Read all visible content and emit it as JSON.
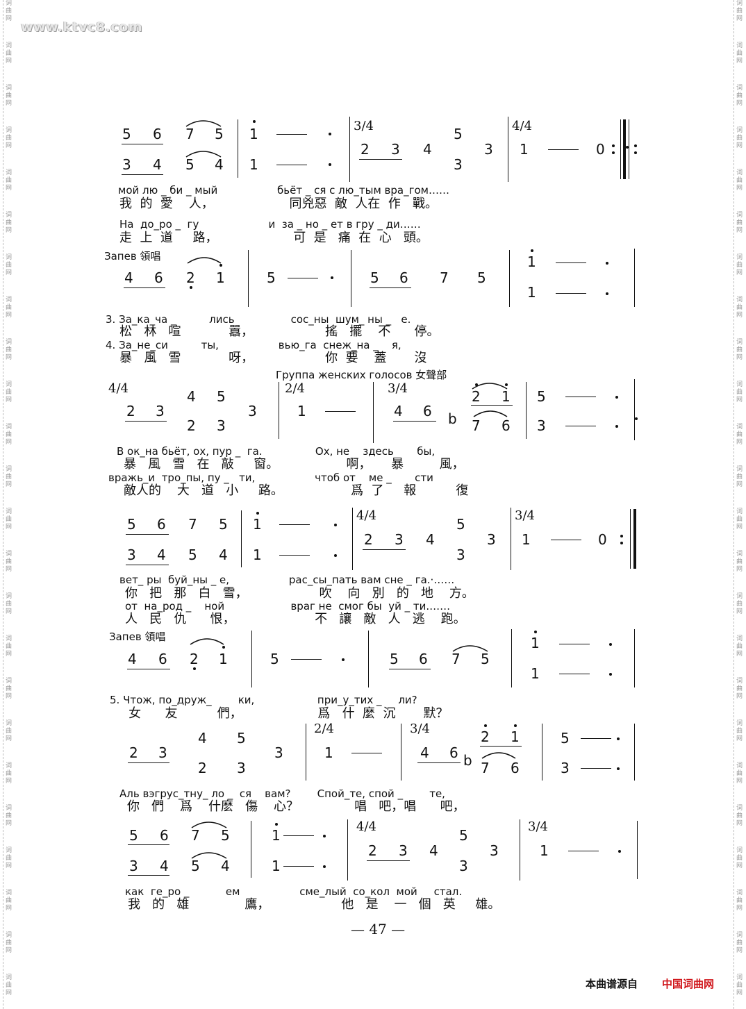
{
  "watermark": {
    "site": "www.ktvc8.com",
    "side_chars": [
      "词",
      "曲",
      "网"
    ]
  },
  "rows": {
    "r1": {
      "ts2": "3/4",
      "ts3": "4/4",
      "ru1": "мой лю _ би _ мый                  бьёт _ ся с лю_тым вра_гом……",
      "cn1": "我  的  愛    人，                   同兇惡  敵  人在  作   戰。",
      "ru2": "На  до_ро _  гу                     и  за _ но _ ет в гру _ ди……",
      "cn2": "走  上  道     路，                   可  是   痛  在  心   頭。"
    },
    "r2": {
      "label": "Запев 領唱",
      "ru1": "3. За_ка_ча _          лись                 сос_ны  шум_ ны _   е.",
      "cn1": "   松   林   喧            囂，                  搖   擺    不      停。",
      "ru2": "4. За_не_си          ты,                  вью_га  снеж_на _    я,",
      "cn2": "   暴   風   雪            呀，                  你  要    蓋       沒"
    },
    "r3": {
      "label": "Группа женских голосов 女聲部",
      "ts1": "4/4",
      "ts2": "2/4",
      "ts3": "3/4",
      "flat": "b",
      "ru1": "В ок_на бьёт, ох, пур _  га.                Ох, не    здесь       бы,",
      "cn1": "暴   風   雪   在   敲     窗。                 啊，     暴         風，",
      "ru2": "вражь_и  тро_пы, пу _   ти,                  чтоб от    ме _       сти",
      "cn2": "敵人的    大   道   小     路。                 爲  了     報          復"
    },
    "r4": {
      "ts2": "4/4",
      "ts3": "3/4",
      "ru1": "вет_ ры  буй_ны _ е,                  рас_сы_пать вам сне _ га.·……",
      "cn1": "你   把   那   白   雪，                  吹    向   別   的   地    方。",
      "ru2": "от  на_род _    ной                    враг не  смог бы  уй _ ти.……",
      "cn2": "人   民   仇      恨，                    不   讓   敵   人   逃    跑。"
    },
    "r5": {
      "label": "Запев 領唱",
      "ru1": "5. Чтож, по_друж_        ки,                   при_у_тих _     ли?",
      "cn1": "   女      友          們，                   爲   什  麼  沉       默？"
    },
    "r6": {
      "ts2": "2/4",
      "ts3": "3/4",
      "flat": "b",
      "ru1": "Аль вэгрус_тну_ ло _  ся    вам?        Спой_те, спой _        те,",
      "cn1": "你   們    爲    什麽   傷    心？              唱   吧，唱      吧，"
    },
    "r7": {
      "ts2": "4/4",
      "ts3": "3/4",
      "ru1": "как  ге_ро _           ем                  сме_лый  со_кол  мой     стал.",
      "cn1": "我   的   雄              鷹，                  他   是    一   個   英     雄。"
    }
  },
  "page_number": "— 47 —",
  "footer": {
    "source_label": "本曲谱源自",
    "source_site": "中国词曲网"
  }
}
